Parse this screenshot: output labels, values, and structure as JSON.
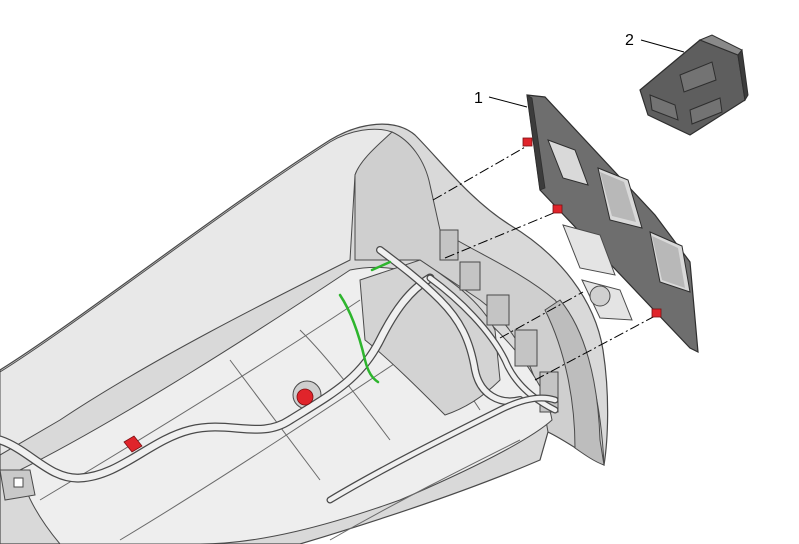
{
  "callouts": [
    {
      "number": "1",
      "part": "switch bezel"
    },
    {
      "number": "2",
      "part": "switch"
    }
  ],
  "colors": {
    "housing_fill": "#d9d9d9",
    "housing_light": "#ebebeb",
    "housing_dark": "#b5b5b5",
    "outline": "#4a4a4a",
    "bezel": "#6e6e6e",
    "bezel_dark": "#3c3c3c",
    "clip_red": "#e0242b",
    "wire_green": "#2db52d",
    "leader": "#000000"
  }
}
